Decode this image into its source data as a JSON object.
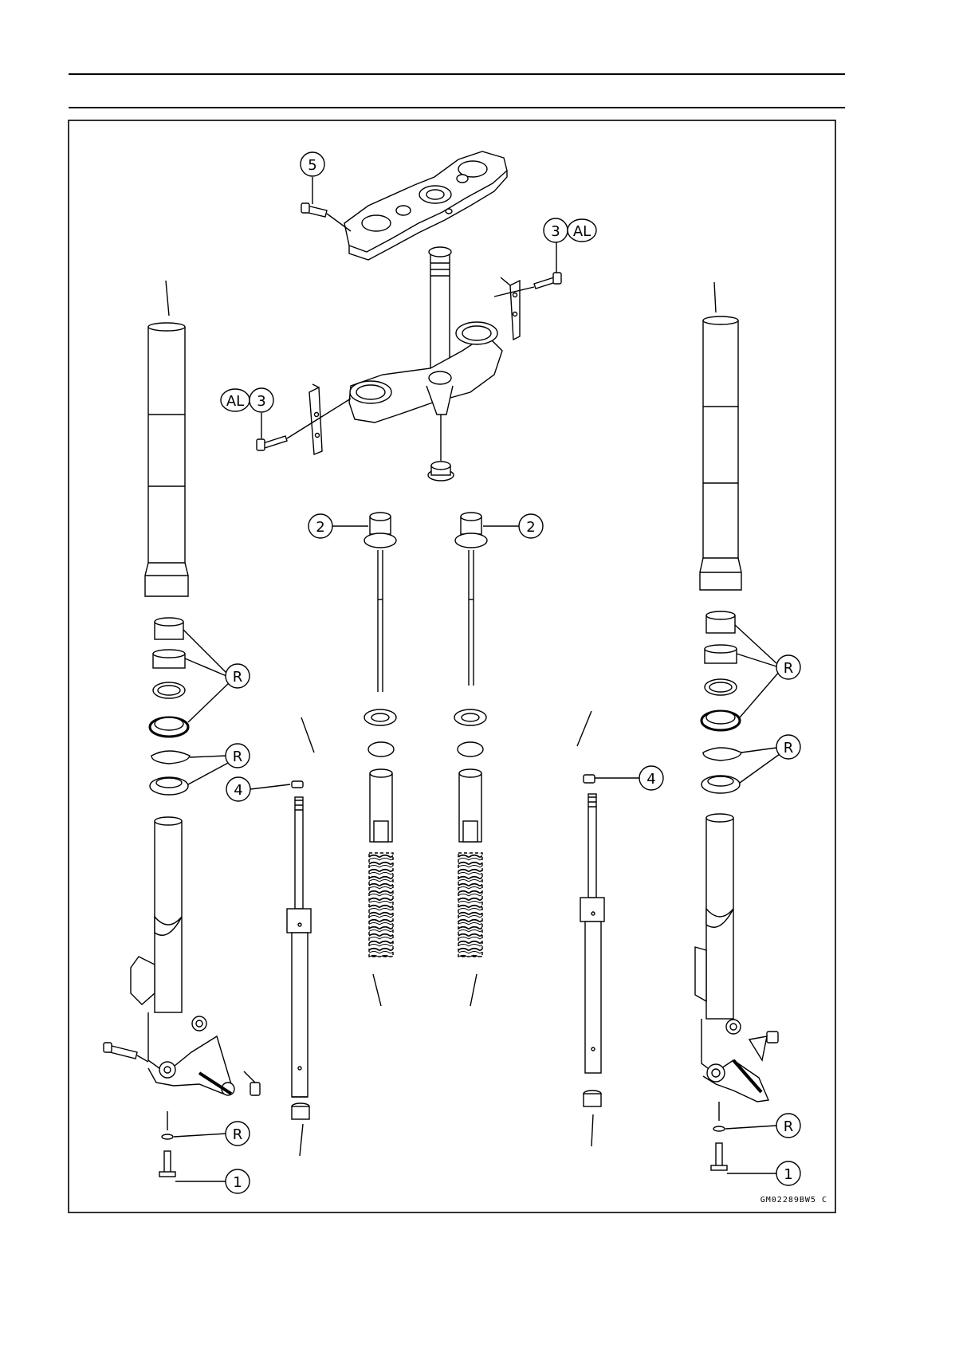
{
  "figure_code": "GM02289BW5 C",
  "callouts": [
    {
      "id": "c5",
      "label": "5"
    },
    {
      "id": "c3r",
      "label": "3",
      "suffix": "AL"
    },
    {
      "id": "c3l",
      "label": "3",
      "prefix": "AL"
    },
    {
      "id": "c2l",
      "label": "2"
    },
    {
      "id": "c2r",
      "label": "2"
    },
    {
      "id": "cRl1",
      "label": "R"
    },
    {
      "id": "cRl2",
      "label": "R"
    },
    {
      "id": "cRr1",
      "label": "R"
    },
    {
      "id": "cRr2",
      "label": "R"
    },
    {
      "id": "c4l",
      "label": "4"
    },
    {
      "id": "c4r",
      "label": "4"
    },
    {
      "id": "cRl3",
      "label": "R"
    },
    {
      "id": "cRr3",
      "label": "R"
    },
    {
      "id": "c1l",
      "label": "1"
    },
    {
      "id": "c1r",
      "label": "1"
    }
  ]
}
